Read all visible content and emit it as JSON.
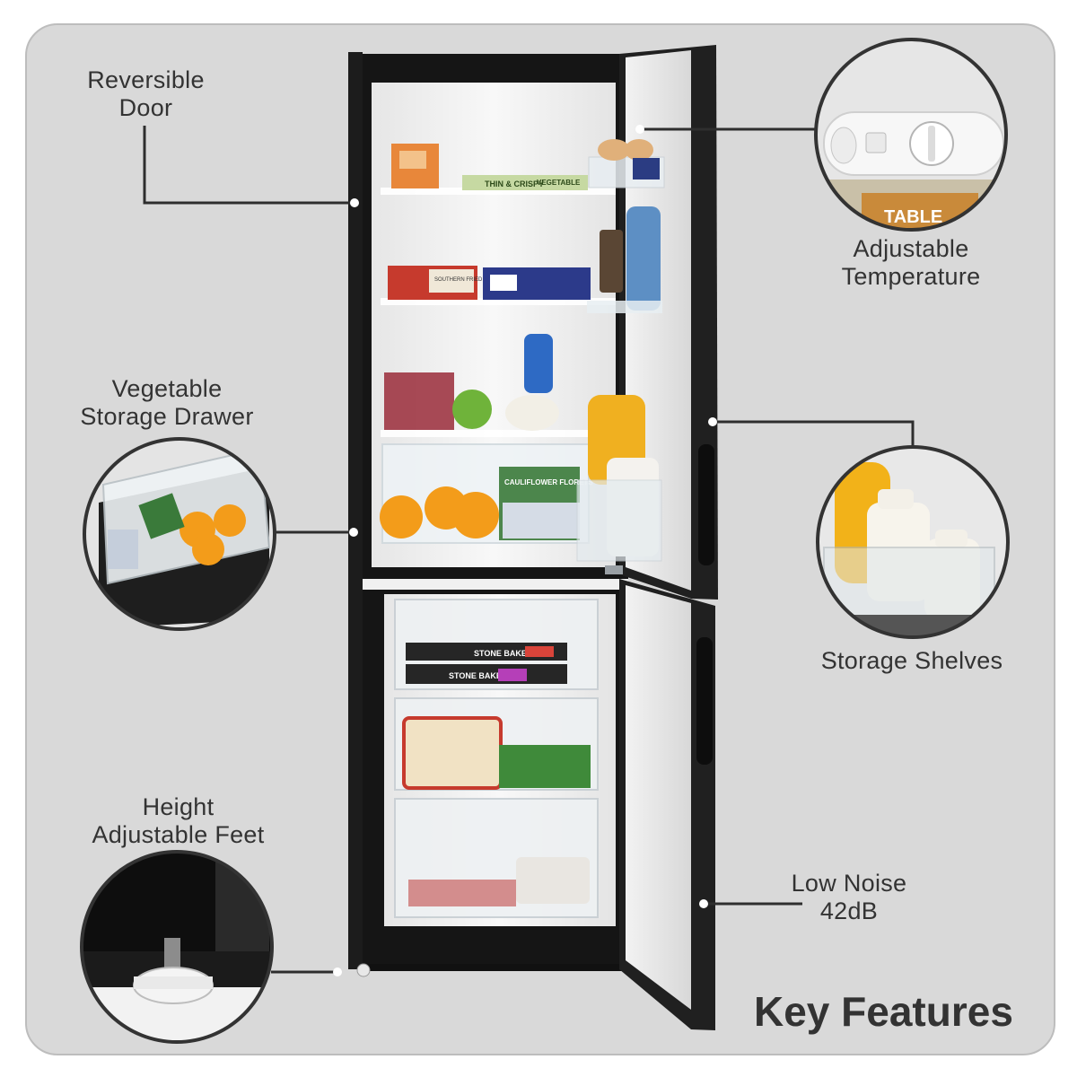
{
  "labels": {
    "reversible_door": [
      "Reversible",
      "Door"
    ],
    "vegetable_drawer": [
      "Vegetable",
      "Storage Drawer"
    ],
    "height_feet": [
      "Height",
      "Adjustable Feet"
    ],
    "adjustable_temperature": [
      "Adjustable",
      "Temperature"
    ],
    "storage_shelves": "Storage Shelves",
    "low_noise": [
      "Low Noise",
      "42dB"
    ]
  },
  "heading": "Key Features",
  "product_text": {
    "crisps": "THIN & CRISPY",
    "vegetable": "VEGETABLE",
    "southern_fried": "SOUTHERN FRIED",
    "cauliflower": "CAULIFLOWER FLORETS",
    "stone_baked_1": "STONE BAKED",
    "stone_baked_2": "STONE BAKED",
    "dial_label": "TABLE"
  },
  "colors": {
    "panel": "#d9d9d9",
    "text": "#333333",
    "fridge_body": "#1c1c1c",
    "callout_line": "#2e2e2e"
  }
}
